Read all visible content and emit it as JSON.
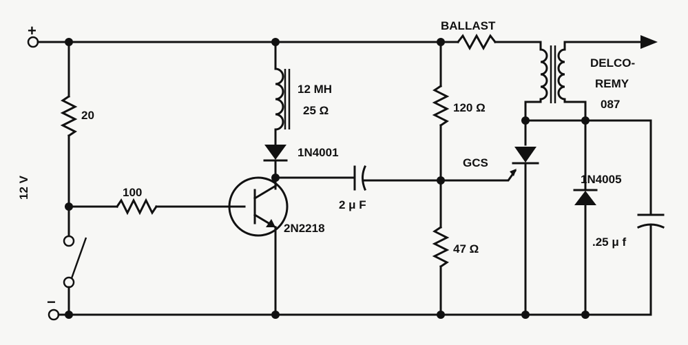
{
  "terminals": {
    "positive": "+",
    "negative": "−"
  },
  "labels": {
    "supply_voltage": "12 V",
    "r_20": "20",
    "r_100": "100",
    "inductor_value": "12 MH",
    "inductor_resistance": "25 Ω",
    "diode_1": "1N4001",
    "transistor": "2N2218",
    "cap_1": "2 μ F",
    "ballast": "BALLAST",
    "r_120": "120 Ω",
    "r_47": "47 Ω",
    "gcs": "GCS",
    "coil_line1": "DELCO-",
    "coil_line2": "REMY",
    "coil_line3": "087",
    "diode_2": "1N4005",
    "cap_2": ".25 μ f"
  },
  "colors": {
    "ink": "#111111",
    "paper": "#f7f7f5"
  }
}
